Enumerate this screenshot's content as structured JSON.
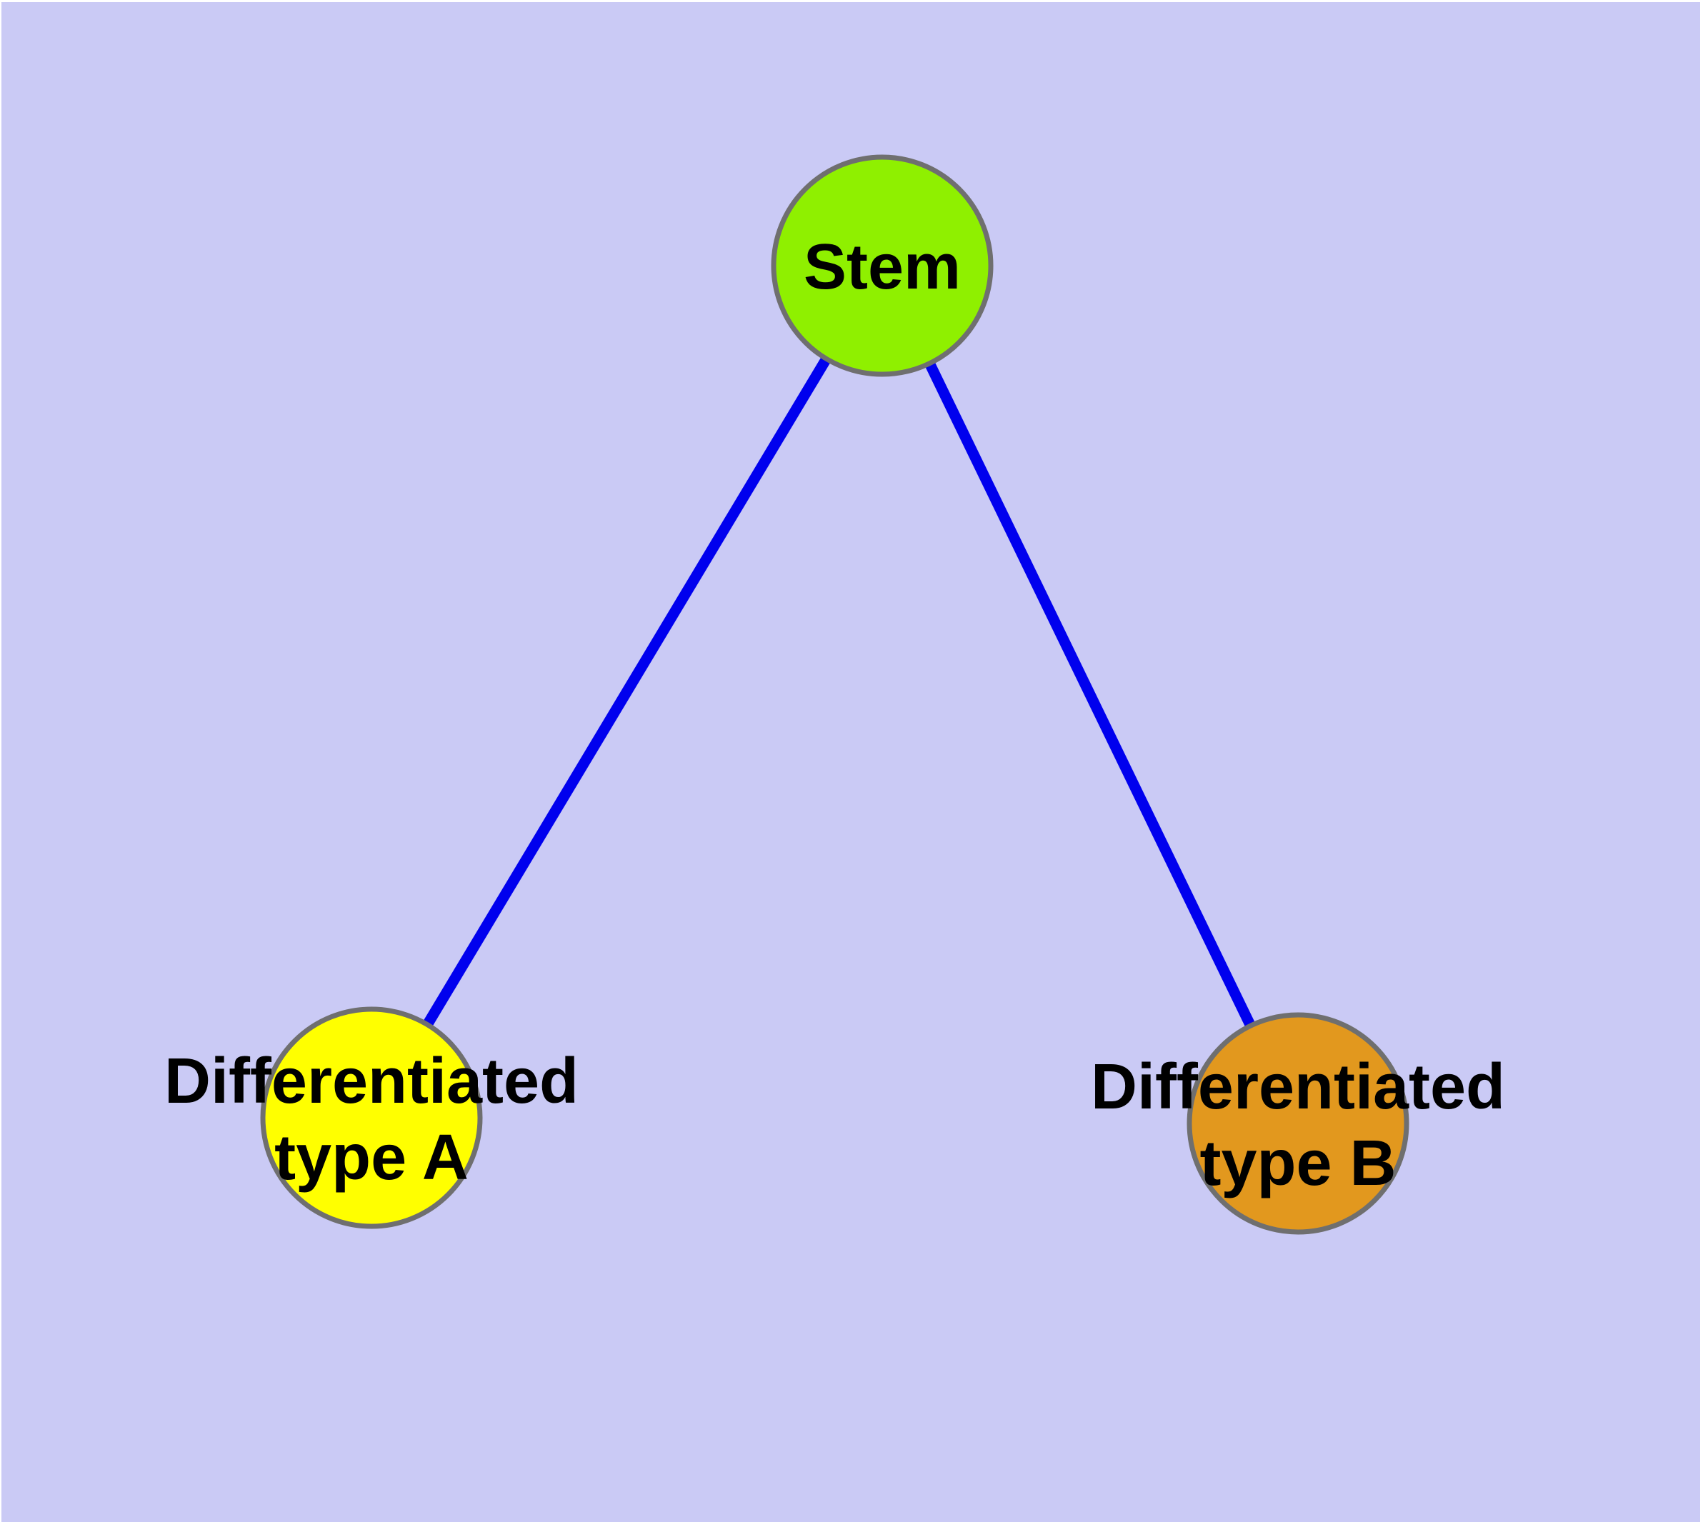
{
  "diagram": {
    "background_color": "#CACAF5",
    "margin_color": "#FFFFFF",
    "edge_color": "#0000EE",
    "node_border_color": "#6F6F6F",
    "nodes": {
      "stem": {
        "label": "Stem",
        "fill": "#8FF000"
      },
      "type_a": {
        "label_line1": "Differentiated",
        "label_line2": "type A",
        "fill": "#FFFF00"
      },
      "type_b": {
        "label_line1": "Differentiated",
        "label_line2": "type B",
        "fill": "#E2981E"
      }
    },
    "edges": [
      {
        "from": "Stem",
        "to": "Differentiated type A"
      },
      {
        "from": "Stem",
        "to": "Differentiated type B"
      }
    ]
  }
}
